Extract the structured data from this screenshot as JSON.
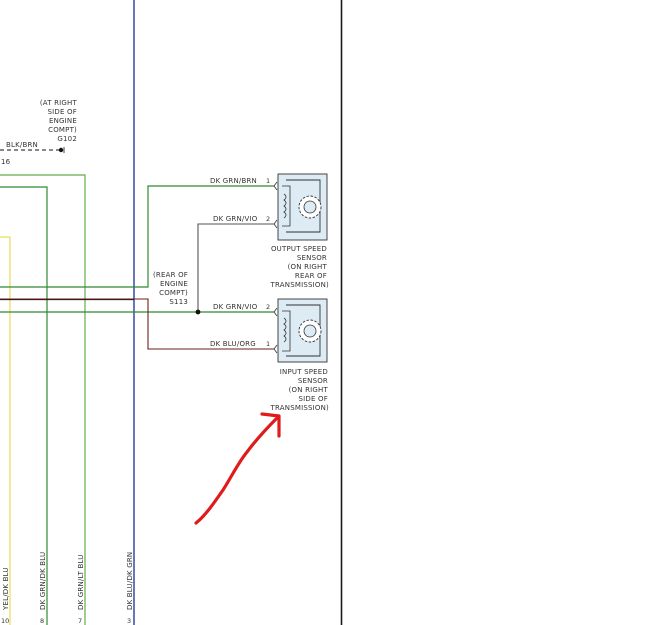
{
  "ground": {
    "location": [
      "(AT RIGHT",
      "SIDE OF",
      "ENGINE",
      "COMPT)"
    ],
    "id": "G102",
    "wire": "BLK/BRN",
    "cut_ref": "16"
  },
  "splice": {
    "location": [
      "(REAR OF",
      "ENGINE",
      "COMPT)"
    ],
    "id": "S113"
  },
  "output_sensor": {
    "label": [
      "OUTPUT SPEED",
      "SENSOR",
      "(ON RIGHT",
      "REAR OF",
      "TRANSMISSION)"
    ],
    "pins": [
      "1",
      "2"
    ],
    "wires": [
      "DK GRN/BRN",
      "DK GRN/VIO"
    ]
  },
  "input_sensor": {
    "label": [
      "INPUT SPEED",
      "SENSOR",
      "(ON RIGHT",
      "SIDE OF",
      "TRANSMISSION)"
    ],
    "pins": [
      "2",
      "1"
    ],
    "wires": [
      "DK GRN/VIO",
      "DK BLU/ORG"
    ]
  },
  "bottom_wires": [
    {
      "label": "YEL/DK BLU",
      "pin": "10"
    },
    {
      "label": "DK GRN/DK BLU",
      "pin": "8"
    },
    {
      "label": "DK GRN/LT BLU",
      "pin": "7"
    },
    {
      "label": "DK BLU/DK GRN",
      "pin": "3"
    }
  ],
  "colors": {
    "green": "#2e8b2e",
    "light_green": "#5fae4a",
    "yellow": "#e6dc55",
    "blue": "#2a3d9a",
    "black": "#111111",
    "maroon": "#6e1e1e",
    "sensor_fill": "#dcebf4",
    "annotation_red": "#e01b1b"
  }
}
